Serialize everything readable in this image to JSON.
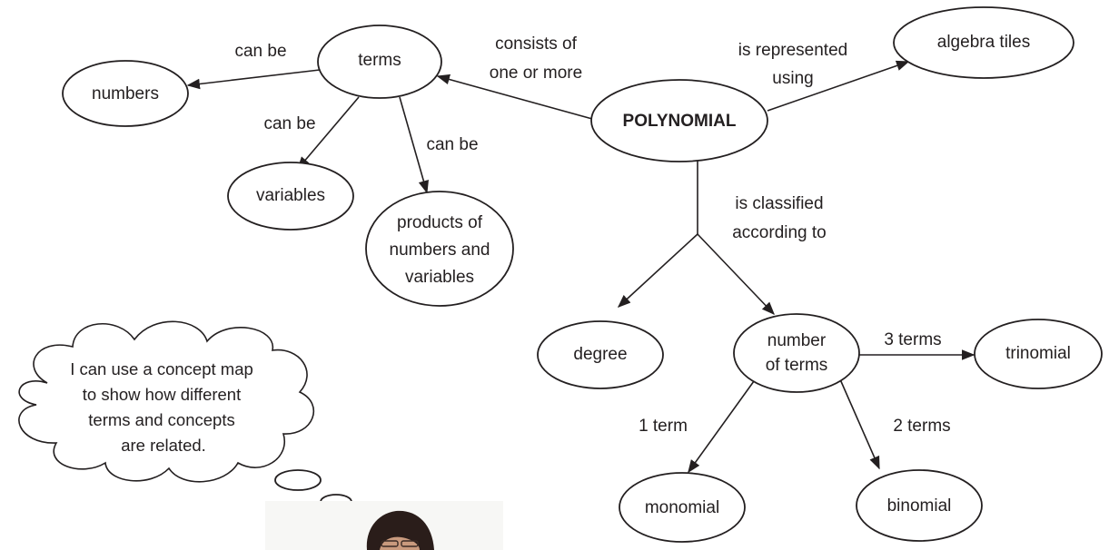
{
  "concept_map": {
    "center": "POLYNOMIAL",
    "nodes": {
      "terms": "terms",
      "numbers": "numbers",
      "variables": "variables",
      "products": [
        "products of",
        "numbers and",
        "variables"
      ],
      "algebra_tiles": "algebra tiles",
      "degree": "degree",
      "number_of_terms": [
        "number",
        "of terms"
      ],
      "trinomial": "trinomial",
      "monomial": "monomial",
      "binomial": "binomial"
    },
    "links": {
      "consists_of": [
        "consists of",
        "one or more"
      ],
      "can_be_numbers": "can be",
      "can_be_variables": "can be",
      "can_be_products": "can be",
      "represented_using": [
        "is represented",
        "using"
      ],
      "classified_according": [
        "is classified",
        "according to"
      ],
      "three_terms": "3 terms",
      "one_term": "1 term",
      "two_terms": "2 terms"
    }
  },
  "thought_bubble": {
    "lines": [
      "I can use a concept map",
      "to show how different",
      "terms and concepts",
      "are related."
    ]
  }
}
